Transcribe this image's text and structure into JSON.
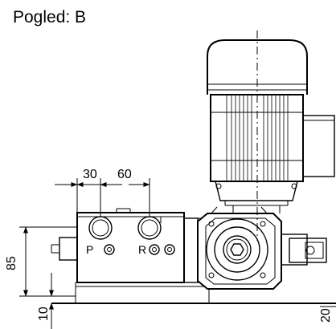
{
  "view": {
    "title": "Pogled: B"
  },
  "dimensions": {
    "d30": "30",
    "d60": "60",
    "d85": "85",
    "d10": "10",
    "d20": "20"
  },
  "ports": {
    "p": "P",
    "r": "R"
  }
}
